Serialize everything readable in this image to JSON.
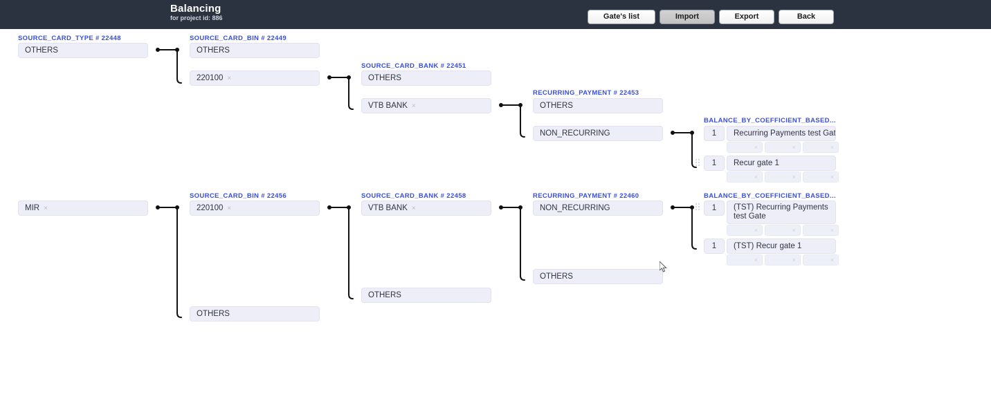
{
  "header": {
    "title": "Balancing",
    "subtitle": "for project id: 886",
    "buttons": [
      {
        "label": "Gate's list",
        "active": false
      },
      {
        "label": "Import",
        "active": true
      },
      {
        "label": "Export",
        "active": false
      },
      {
        "label": "Back",
        "active": false
      }
    ]
  },
  "colors": {
    "topbar_bg": "#2b3240",
    "label_blue": "#3b4fd8",
    "field_bg": "#eeeef8",
    "text": "#2f3542"
  },
  "row1": {
    "card_type": {
      "label": "SOURCE_CARD_TYPE # 22448",
      "values": [
        {
          "text": "OTHERS",
          "removable": false
        }
      ]
    },
    "card_bin": {
      "label": "SOURCE_CARD_BIN # 22449",
      "values": [
        {
          "text": "OTHERS",
          "removable": false
        },
        {
          "text": "220100",
          "removable": true
        }
      ]
    },
    "card_bank": {
      "label": "SOURCE_CARD_BANK # 22451",
      "values": [
        {
          "text": "OTHERS",
          "removable": false
        },
        {
          "text": "VTB BANK",
          "removable": true
        }
      ]
    },
    "recurring": {
      "label": "RECURRING_PAYMENT # 22453",
      "values": [
        {
          "text": "OTHERS",
          "removable": false
        },
        {
          "text": "NON_RECURRING",
          "removable": false
        }
      ]
    },
    "balance": {
      "label": "BALANCE_BY_COEFFICIENT_BASED...",
      "gates": [
        {
          "weight": "1",
          "name": "Recurring Payments test Gate",
          "handle": false,
          "subfields": 3
        },
        {
          "weight": "1",
          "name": "Recur gate 1",
          "handle": true,
          "subfields": 3
        }
      ]
    }
  },
  "row2": {
    "card_type": {
      "label": "",
      "values": [
        {
          "text": "MIR",
          "removable": true
        }
      ]
    },
    "card_bin": {
      "label": "SOURCE_CARD_BIN # 22456",
      "values": [
        {
          "text": "220100",
          "removable": true
        },
        {
          "text": "OTHERS",
          "removable": false
        }
      ]
    },
    "card_bank": {
      "label": "SOURCE_CARD_BANK # 22458",
      "values": [
        {
          "text": "VTB BANK",
          "removable": true
        },
        {
          "text": "OTHERS",
          "removable": false
        }
      ]
    },
    "recurring": {
      "label": "RECURRING_PAYMENT # 22460",
      "values": [
        {
          "text": "NON_RECURRING",
          "removable": false
        },
        {
          "text": "OTHERS",
          "removable": false
        }
      ]
    },
    "balance": {
      "label": "BALANCE_BY_COEFFICIENT_BASED...",
      "gates": [
        {
          "weight": "1",
          "name": "(TST) Recurring Payments test Gate",
          "handle": true,
          "subfields": 3
        },
        {
          "weight": "1",
          "name": "(TST) Recur gate 1",
          "handle": false,
          "subfields": 3
        }
      ]
    }
  },
  "icons": {
    "remove": "×",
    "drag": "drag-handle-icon"
  }
}
